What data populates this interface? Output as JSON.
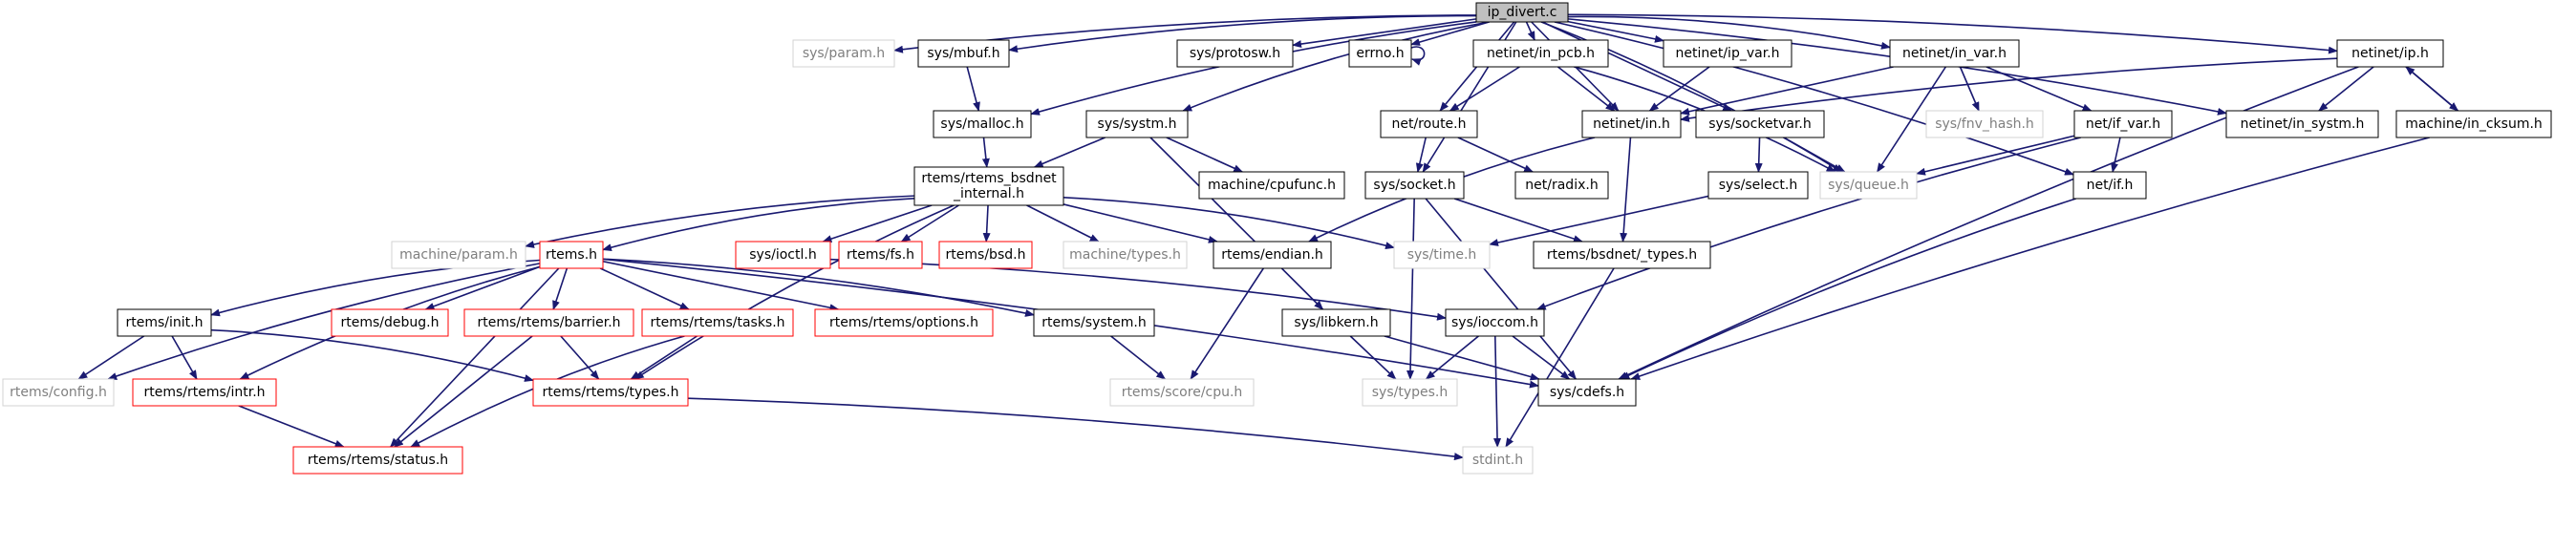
{
  "colors": {
    "edge": "#191970",
    "default_border": "#000000",
    "default_text": "#000000",
    "root_fill": "#bfbfbf",
    "external_border": "#d3d3d3",
    "external_text": "#7f7f7f",
    "truncated_border": "#ff0000"
  },
  "diagram": {
    "nodes": [
      {
        "id": "ip_divert",
        "label": "ip_divert.c",
        "style": "root"
      },
      {
        "id": "sys_param",
        "label": "sys/param.h",
        "style": "external"
      },
      {
        "id": "sys_mbuf",
        "label": "sys/mbuf.h",
        "style": "normal"
      },
      {
        "id": "sys_protosw",
        "label": "sys/protosw.h",
        "style": "normal"
      },
      {
        "id": "errno",
        "label": "errno.h",
        "style": "normal"
      },
      {
        "id": "netinet_in_pcb",
        "label": "netinet/in_pcb.h",
        "style": "normal"
      },
      {
        "id": "netinet_ip_var",
        "label": "netinet/ip_var.h",
        "style": "normal"
      },
      {
        "id": "netinet_in_var",
        "label": "netinet/in_var.h",
        "style": "normal"
      },
      {
        "id": "netinet_ip",
        "label": "netinet/ip.h",
        "style": "normal"
      },
      {
        "id": "sys_malloc",
        "label": "sys/malloc.h",
        "style": "normal"
      },
      {
        "id": "sys_systm",
        "label": "sys/systm.h",
        "style": "normal"
      },
      {
        "id": "net_route",
        "label": "net/route.h",
        "style": "normal"
      },
      {
        "id": "netinet_in",
        "label": "netinet/in.h",
        "style": "normal"
      },
      {
        "id": "sys_socketvar",
        "label": "sys/socketvar.h",
        "style": "normal"
      },
      {
        "id": "sys_fnv_hash",
        "label": "sys/fnv_hash.h",
        "style": "external"
      },
      {
        "id": "net_if_var",
        "label": "net/if_var.h",
        "style": "normal"
      },
      {
        "id": "netinet_in_systm",
        "label": "netinet/in_systm.h",
        "style": "normal"
      },
      {
        "id": "machine_in_cksum",
        "label": "machine/in_cksum.h",
        "style": "normal"
      },
      {
        "id": "rtems_bsdnet_internal",
        "label": "rtems/rtems_bsdnet\n_internal.h",
        "style": "normal"
      },
      {
        "id": "machine_cpufunc",
        "label": "machine/cpufunc.h",
        "style": "normal"
      },
      {
        "id": "sys_socket",
        "label": "sys/socket.h",
        "style": "normal"
      },
      {
        "id": "net_radix",
        "label": "net/radix.h",
        "style": "normal"
      },
      {
        "id": "sys_select",
        "label": "sys/select.h",
        "style": "normal"
      },
      {
        "id": "sys_queue",
        "label": "sys/queue.h",
        "style": "external"
      },
      {
        "id": "net_if",
        "label": "net/if.h",
        "style": "normal"
      },
      {
        "id": "machine_param",
        "label": "machine/param.h",
        "style": "external"
      },
      {
        "id": "rtems_h",
        "label": "rtems.h",
        "style": "truncated"
      },
      {
        "id": "sys_ioctl",
        "label": "sys/ioctl.h",
        "style": "truncated"
      },
      {
        "id": "rtems_fs",
        "label": "rtems/fs.h",
        "style": "truncated"
      },
      {
        "id": "rtems_bsd",
        "label": "rtems/bsd.h",
        "style": "truncated"
      },
      {
        "id": "machine_types",
        "label": "machine/types.h",
        "style": "external"
      },
      {
        "id": "rtems_endian",
        "label": "rtems/endian.h",
        "style": "normal"
      },
      {
        "id": "sys_time",
        "label": "sys/time.h",
        "style": "external"
      },
      {
        "id": "rtems_bsdnet_types",
        "label": "rtems/bsdnet/_types.h",
        "style": "normal"
      },
      {
        "id": "rtems_init",
        "label": "rtems/init.h",
        "style": "normal"
      },
      {
        "id": "rtems_debug",
        "label": "rtems/debug.h",
        "style": "truncated"
      },
      {
        "id": "rtems_rtems_barrier",
        "label": "rtems/rtems/barrier.h",
        "style": "truncated"
      },
      {
        "id": "rtems_rtems_tasks",
        "label": "rtems/rtems/tasks.h",
        "style": "truncated"
      },
      {
        "id": "rtems_rtems_options",
        "label": "rtems/rtems/options.h",
        "style": "truncated"
      },
      {
        "id": "rtems_system",
        "label": "rtems/system.h",
        "style": "normal"
      },
      {
        "id": "sys_libkern",
        "label": "sys/libkern.h",
        "style": "normal"
      },
      {
        "id": "sys_ioccom",
        "label": "sys/ioccom.h",
        "style": "normal"
      },
      {
        "id": "rtems_config",
        "label": "rtems/config.h",
        "style": "external"
      },
      {
        "id": "rtems_rtems_intr",
        "label": "rtems/rtems/intr.h",
        "style": "truncated"
      },
      {
        "id": "rtems_rtems_types",
        "label": "rtems/rtems/types.h",
        "style": "truncated"
      },
      {
        "id": "rtems_score_cpu",
        "label": "rtems/score/cpu.h",
        "style": "external"
      },
      {
        "id": "sys_types",
        "label": "sys/types.h",
        "style": "external"
      },
      {
        "id": "sys_cdefs",
        "label": "sys/cdefs.h",
        "style": "normal"
      },
      {
        "id": "rtems_rtems_status",
        "label": "rtems/rtems/status.h",
        "style": "truncated"
      },
      {
        "id": "stdint",
        "label": "stdint.h",
        "style": "external"
      }
    ],
    "edges": [
      [
        "ip_divert",
        "sys_param"
      ],
      [
        "ip_divert",
        "sys_mbuf"
      ],
      [
        "ip_divert",
        "sys_protosw"
      ],
      [
        "ip_divert",
        "errno"
      ],
      [
        "ip_divert",
        "netinet_in_pcb"
      ],
      [
        "ip_divert",
        "netinet_ip_var"
      ],
      [
        "ip_divert",
        "netinet_in_var"
      ],
      [
        "ip_divert",
        "netinet_ip"
      ],
      [
        "ip_divert",
        "sys_malloc"
      ],
      [
        "ip_divert",
        "sys_systm"
      ],
      [
        "ip_divert",
        "net_route"
      ],
      [
        "ip_divert",
        "netinet_in"
      ],
      [
        "ip_divert",
        "sys_socketvar"
      ],
      [
        "ip_divert",
        "sys_socket"
      ],
      [
        "ip_divert",
        "sys_queue"
      ],
      [
        "ip_divert",
        "net_if"
      ],
      [
        "ip_divert",
        "netinet_in_systm"
      ],
      [
        "errno",
        "errno"
      ],
      [
        "sys_mbuf",
        "sys_malloc"
      ],
      [
        "sys_malloc",
        "rtems_bsdnet_internal"
      ],
      [
        "sys_systm",
        "rtems_bsdnet_internal"
      ],
      [
        "sys_systm",
        "machine_cpufunc"
      ],
      [
        "sys_systm",
        "sys_libkern"
      ],
      [
        "netinet_in_pcb",
        "net_route"
      ],
      [
        "netinet_in_pcb",
        "netinet_in"
      ],
      [
        "netinet_in_pcb",
        "sys_queue"
      ],
      [
        "netinet_ip_var",
        "netinet_in"
      ],
      [
        "netinet_in_var",
        "netinet_in"
      ],
      [
        "netinet_in_var",
        "sys_fnv_hash"
      ],
      [
        "netinet_in_var",
        "net_if_var"
      ],
      [
        "netinet_in_var",
        "sys_queue"
      ],
      [
        "netinet_ip",
        "netinet_in"
      ],
      [
        "netinet_ip",
        "netinet_in_systm"
      ],
      [
        "netinet_ip",
        "machine_in_cksum"
      ],
      [
        "netinet_ip",
        "sys_cdefs"
      ],
      [
        "machine_in_cksum",
        "netinet_ip"
      ],
      [
        "machine_in_cksum",
        "sys_cdefs"
      ],
      [
        "net_route",
        "sys_socket"
      ],
      [
        "net_route",
        "net_radix"
      ],
      [
        "netinet_in",
        "rtems_endian"
      ],
      [
        "netinet_in",
        "rtems_bsdnet_types"
      ],
      [
        "sys_socketvar",
        "sys_select"
      ],
      [
        "sys_socketvar",
        "sys_queue"
      ],
      [
        "net_if_var",
        "sys_queue"
      ],
      [
        "net_if_var",
        "net_if"
      ],
      [
        "net_if_var",
        "sys_ioccom"
      ],
      [
        "net_if",
        "sys_cdefs"
      ],
      [
        "sys_select",
        "sys_time"
      ],
      [
        "sys_socket",
        "rtems_bsdnet_types"
      ],
      [
        "sys_socket",
        "sys_types"
      ],
      [
        "sys_socket",
        "sys_cdefs"
      ],
      [
        "rtems_bsdnet_internal",
        "machine_param"
      ],
      [
        "rtems_bsdnet_internal",
        "rtems_h"
      ],
      [
        "rtems_bsdnet_internal",
        "sys_ioctl"
      ],
      [
        "rtems_bsdnet_internal",
        "rtems_fs"
      ],
      [
        "rtems_bsdnet_internal",
        "rtems_bsd"
      ],
      [
        "rtems_bsdnet_internal",
        "machine_types"
      ],
      [
        "rtems_bsdnet_internal",
        "rtems_endian"
      ],
      [
        "rtems_bsdnet_internal",
        "sys_time"
      ],
      [
        "rtems_bsdnet_internal",
        "rtems_rtems_types"
      ],
      [
        "sys_ioctl",
        "sys_ioccom"
      ],
      [
        "rtems_endian",
        "rtems_score_cpu"
      ],
      [
        "rtems_bsdnet_types",
        "stdint"
      ],
      [
        "rtems_h",
        "rtems_init"
      ],
      [
        "rtems_h",
        "rtems_debug"
      ],
      [
        "rtems_h",
        "rtems_rtems_barrier"
      ],
      [
        "rtems_h",
        "rtems_rtems_tasks"
      ],
      [
        "rtems_h",
        "rtems_rtems_options"
      ],
      [
        "rtems_h",
        "rtems_system"
      ],
      [
        "rtems_h",
        "rtems_config"
      ],
      [
        "rtems_h",
        "rtems_rtems_intr"
      ],
      [
        "rtems_h",
        "rtems_rtems_status"
      ],
      [
        "rtems_h",
        "sys_cdefs"
      ],
      [
        "rtems_init",
        "rtems_config"
      ],
      [
        "rtems_init",
        "rtems_rtems_intr"
      ],
      [
        "rtems_init",
        "rtems_rtems_types"
      ],
      [
        "rtems_rtems_barrier",
        "rtems_rtems_types"
      ],
      [
        "rtems_rtems_barrier",
        "rtems_rtems_status"
      ],
      [
        "rtems_rtems_tasks",
        "rtems_rtems_types"
      ],
      [
        "rtems_rtems_tasks",
        "rtems_rtems_status"
      ],
      [
        "rtems_system",
        "rtems_score_cpu"
      ],
      [
        "rtems_rtems_intr",
        "rtems_rtems_status"
      ],
      [
        "rtems_rtems_types",
        "stdint"
      ],
      [
        "sys_libkern",
        "sys_types"
      ],
      [
        "sys_libkern",
        "sys_cdefs"
      ],
      [
        "sys_ioccom",
        "sys_types"
      ],
      [
        "sys_ioccom",
        "stdint"
      ],
      [
        "sys_ioccom",
        "sys_cdefs"
      ]
    ]
  }
}
